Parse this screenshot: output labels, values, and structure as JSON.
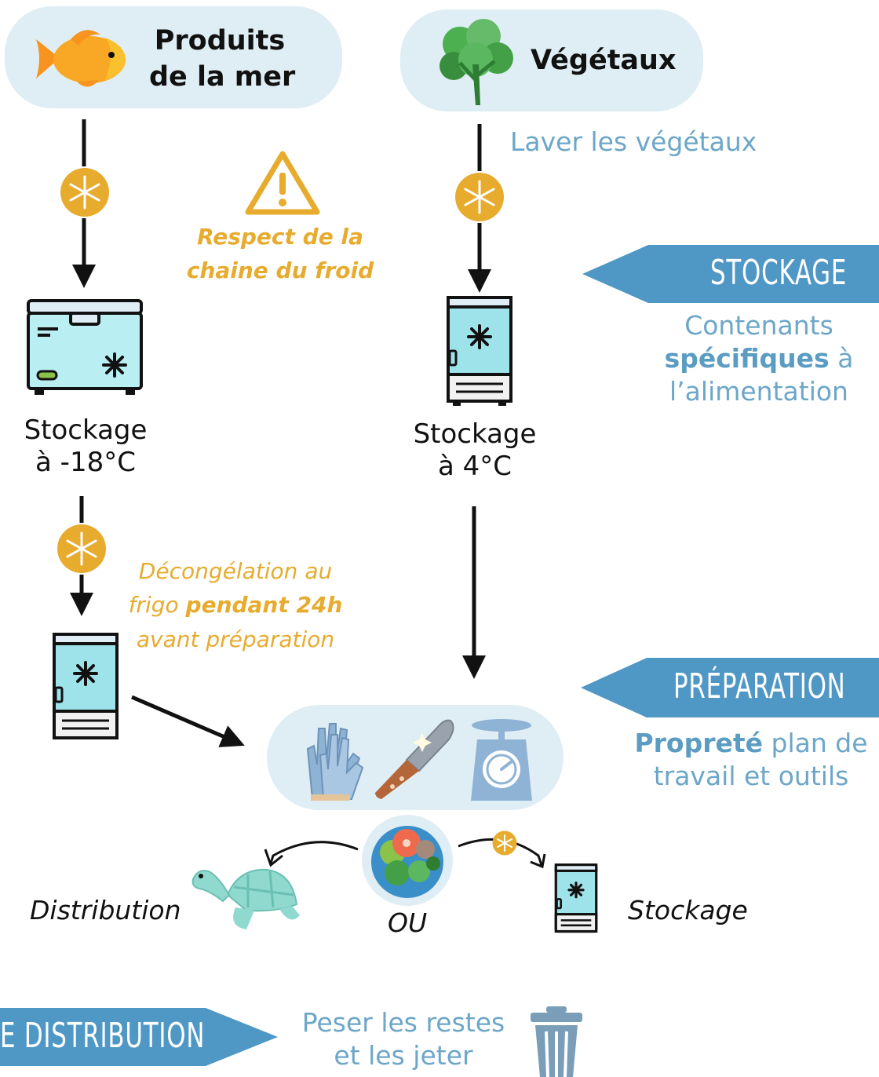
{
  "sources": {
    "seafood": {
      "line1": "Produits",
      "line2": "de la mer"
    },
    "plants": {
      "label": "Végétaux"
    }
  },
  "plant_step_label": "Laver les végétaux",
  "cold_chain_warning": {
    "line1": "Respect de la",
    "line2": "chaine du froid"
  },
  "stages": {
    "stockage": {
      "banner": "STOCKAGE",
      "note_line1": "Contenants",
      "note_bold": "spécifiques",
      "note_after_bold": " à",
      "note_line3": "l’alimentation"
    },
    "preparation": {
      "banner": "PRÉPARATION",
      "note_bold": "Propreté",
      "note_after_bold": " plan de",
      "note_line2": "travail et outils"
    },
    "distribution": {
      "banner": "E DISTRIBUTION",
      "note_line1": "Peser les restes",
      "note_line2": "et les jeter"
    }
  },
  "freezer_label": {
    "line1": "Stockage",
    "line2": "à -18°C"
  },
  "fridge_label": {
    "line1": "Stockage",
    "line2": "à 4°C"
  },
  "thaw_note": {
    "line1": "Décongélation au",
    "line2_pre": "frigo ",
    "line2_bold": "pendant 24h",
    "line3": "avant préparation"
  },
  "outcomes": {
    "left": "Distribution",
    "middle": "OU",
    "right": "Stockage"
  },
  "colors": {
    "pill_bg": "#dfeef5",
    "banner_blue": "#4f97c5",
    "note_blue": "#6ca6c8",
    "orange": "#e7ab2e",
    "fridge_body": "#9fe3ea"
  },
  "icons": [
    "fish-icon",
    "lettuce-icon",
    "warning-icon",
    "snowflake-badge-icon",
    "freezer-chest-icon",
    "fridge-icon",
    "gloves-icon",
    "knife-icon",
    "scale-icon",
    "food-bowl-icon",
    "turtle-icon",
    "trash-can-icon"
  ]
}
